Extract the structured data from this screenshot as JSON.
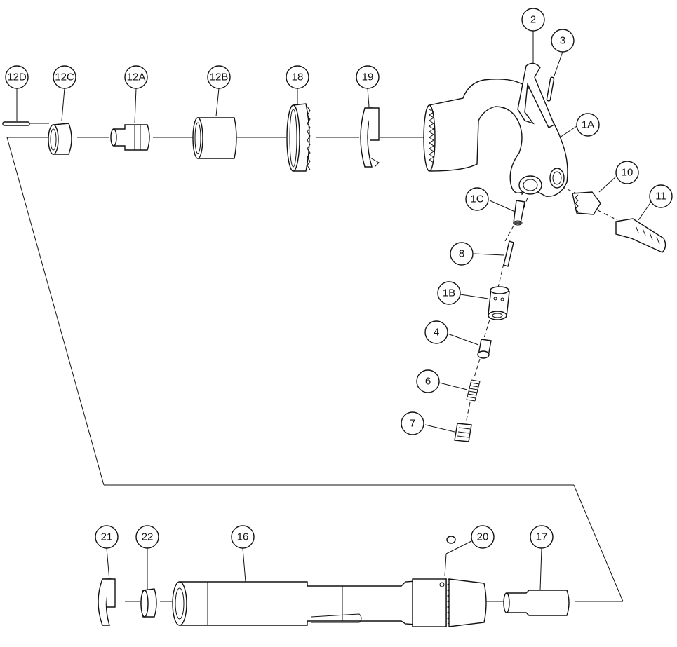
{
  "callouts": {
    "p12D": "12D",
    "p12C": "12C",
    "p12A": "12A",
    "p12B": "12B",
    "p18": "18",
    "p19": "19",
    "p2": "2",
    "p3": "3",
    "p1A": "1A",
    "p10": "10",
    "p11": "11",
    "p1C": "1C",
    "p8": "8",
    "p1B": "1B",
    "p4": "4",
    "p6": "6",
    "p7": "7",
    "p21": "21",
    "p22": "22",
    "p16": "16",
    "p20": "20",
    "p17": "17"
  }
}
